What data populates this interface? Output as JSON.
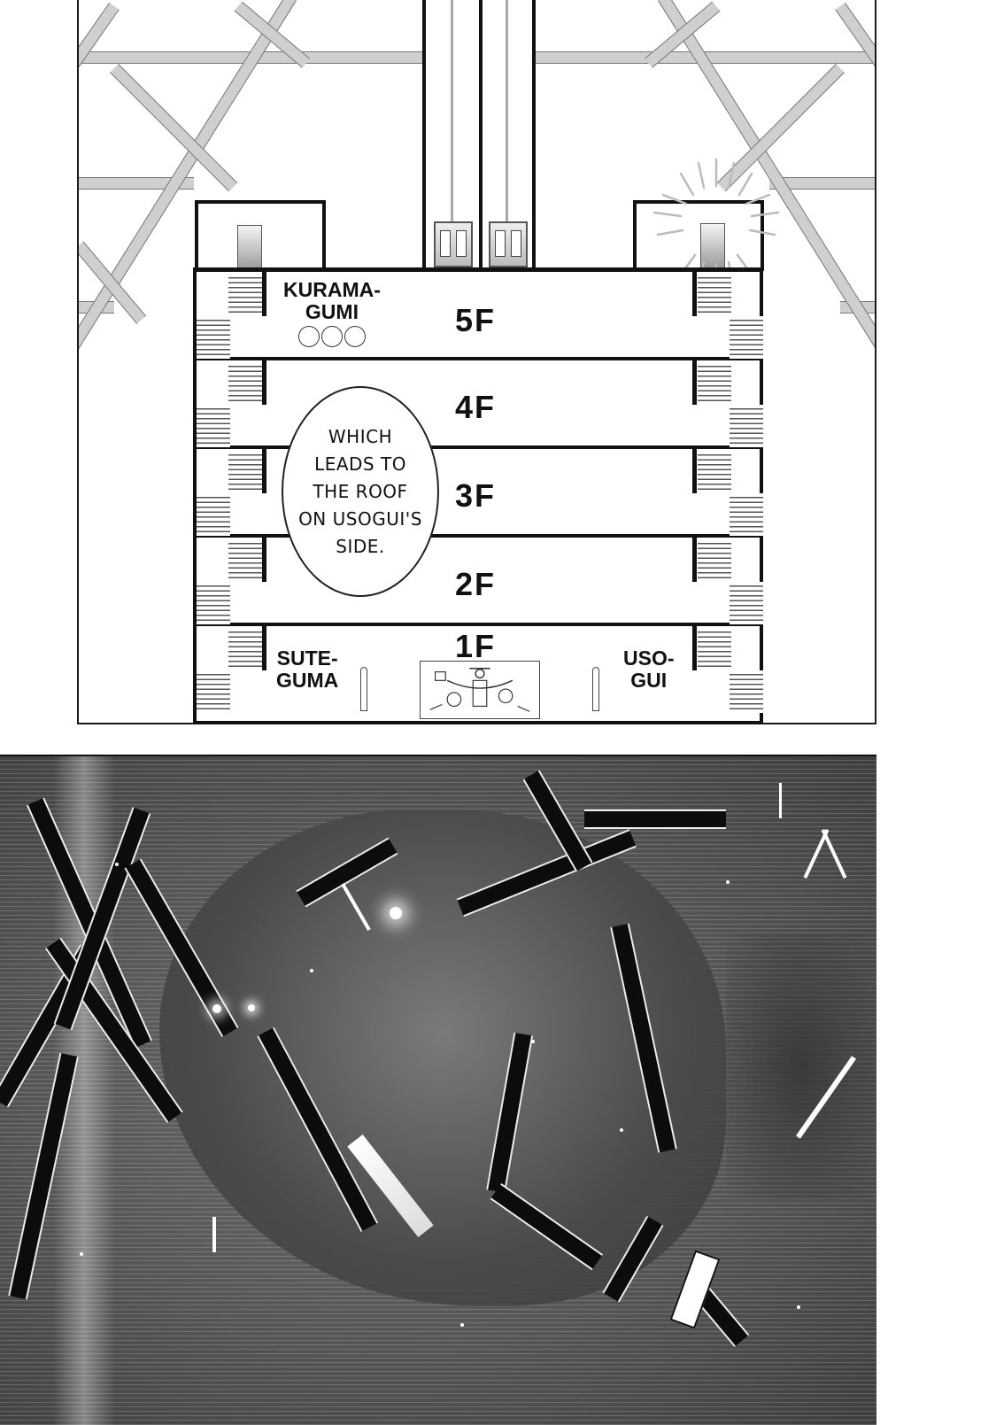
{
  "page": {
    "type": "manga-page",
    "panels": 2,
    "colors": {
      "ink": "#111111",
      "paper": "#ffffff",
      "screentone": "#cfcfcf",
      "action_bg": "#555555"
    }
  },
  "panel_1": {
    "description": "cross-section diagram of a 5-floor building with elevator shafts and stairwells",
    "floors": [
      {
        "label": "5F"
      },
      {
        "label": "4F"
      },
      {
        "label": "3F"
      },
      {
        "label": "2F"
      },
      {
        "label": "1F"
      }
    ],
    "labels": {
      "top_left": "KURAMA-\nGUMI",
      "top_left_line1": "KURAMA-",
      "top_left_line2": "GUMI",
      "top_left_marker": "○○○",
      "bottom_left_line1": "SUTE-",
      "bottom_left_line2": "GUMA",
      "bottom_right_line1": "USO-",
      "bottom_right_line2": "GUI"
    },
    "speech_bubble": {
      "lines": [
        "WHICH",
        "LEADS TO",
        "THE ROOF",
        "ON USOGUI'S",
        "SIDE."
      ]
    }
  },
  "panel_2": {
    "description": "dark action panel with shattering glass / crack effects and speed lines"
  }
}
